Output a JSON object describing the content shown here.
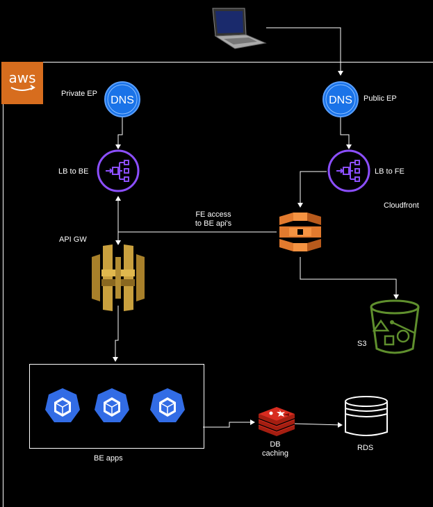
{
  "aws_logo_text": "aws",
  "labels": {
    "private_ep": "Private EP",
    "public_ep": "Public EP",
    "lb_to_be": "LB to BE",
    "lb_to_fe": "LB to FE",
    "cloudfront": "Cloudfront",
    "fe_access_line1": "FE access",
    "fe_access_line2": "to BE api's",
    "api_gw": "API GW",
    "s3": "S3",
    "be_apps": "BE apps",
    "db_caching_line1": "DB",
    "db_caching_line2": "caching",
    "rds": "RDS"
  },
  "icons": {
    "dns_text": "DNS",
    "laptop": "laptop-icon",
    "dns": "dns-icon",
    "load_balancer": "load-balancer-icon",
    "cloudfront": "cloudfront-icon",
    "api_gateway": "api-gateway-icon",
    "s3_bucket": "s3-bucket-icon",
    "kubernetes_pod": "kubernetes-pod-icon",
    "redis": "redis-icon",
    "database": "database-cylinder-icon"
  },
  "colors": {
    "background": "#000000",
    "aws_orange": "#d76d1e",
    "dns_blue": "#1a73e8",
    "lb_purple": "#8c4fff",
    "cloudfront_orange": "#e27a2e",
    "api_gw_gold": "#a8802a",
    "s3_green": "#5f8f2d",
    "k8s_blue": "#326ce5",
    "redis_red": "#c6302b",
    "line": "#ffffff"
  }
}
